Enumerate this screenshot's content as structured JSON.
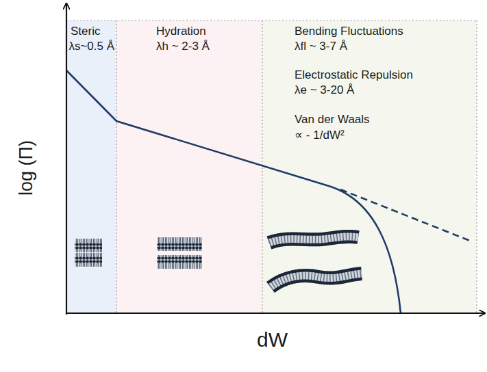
{
  "diagram": {
    "nodes": [
      {
        "text": [
          "Steric",
          "λs~0.5 Å"
        ]
      },
      {
        "text": [
          "Hydration",
          "λh ~ 2-3 Å"
        ]
      },
      {
        "text": [
          "Bending Fluctuations",
          "λfl ~ 3-7 Å",
          "Electrostatic Repulsion",
          "λe ~ 3-20 Å",
          "Van der Waals",
          "∝ - 1/dW²"
        ]
      }
    ],
    "labels": [
      "log (Π)",
      "dW"
    ]
  }
}
